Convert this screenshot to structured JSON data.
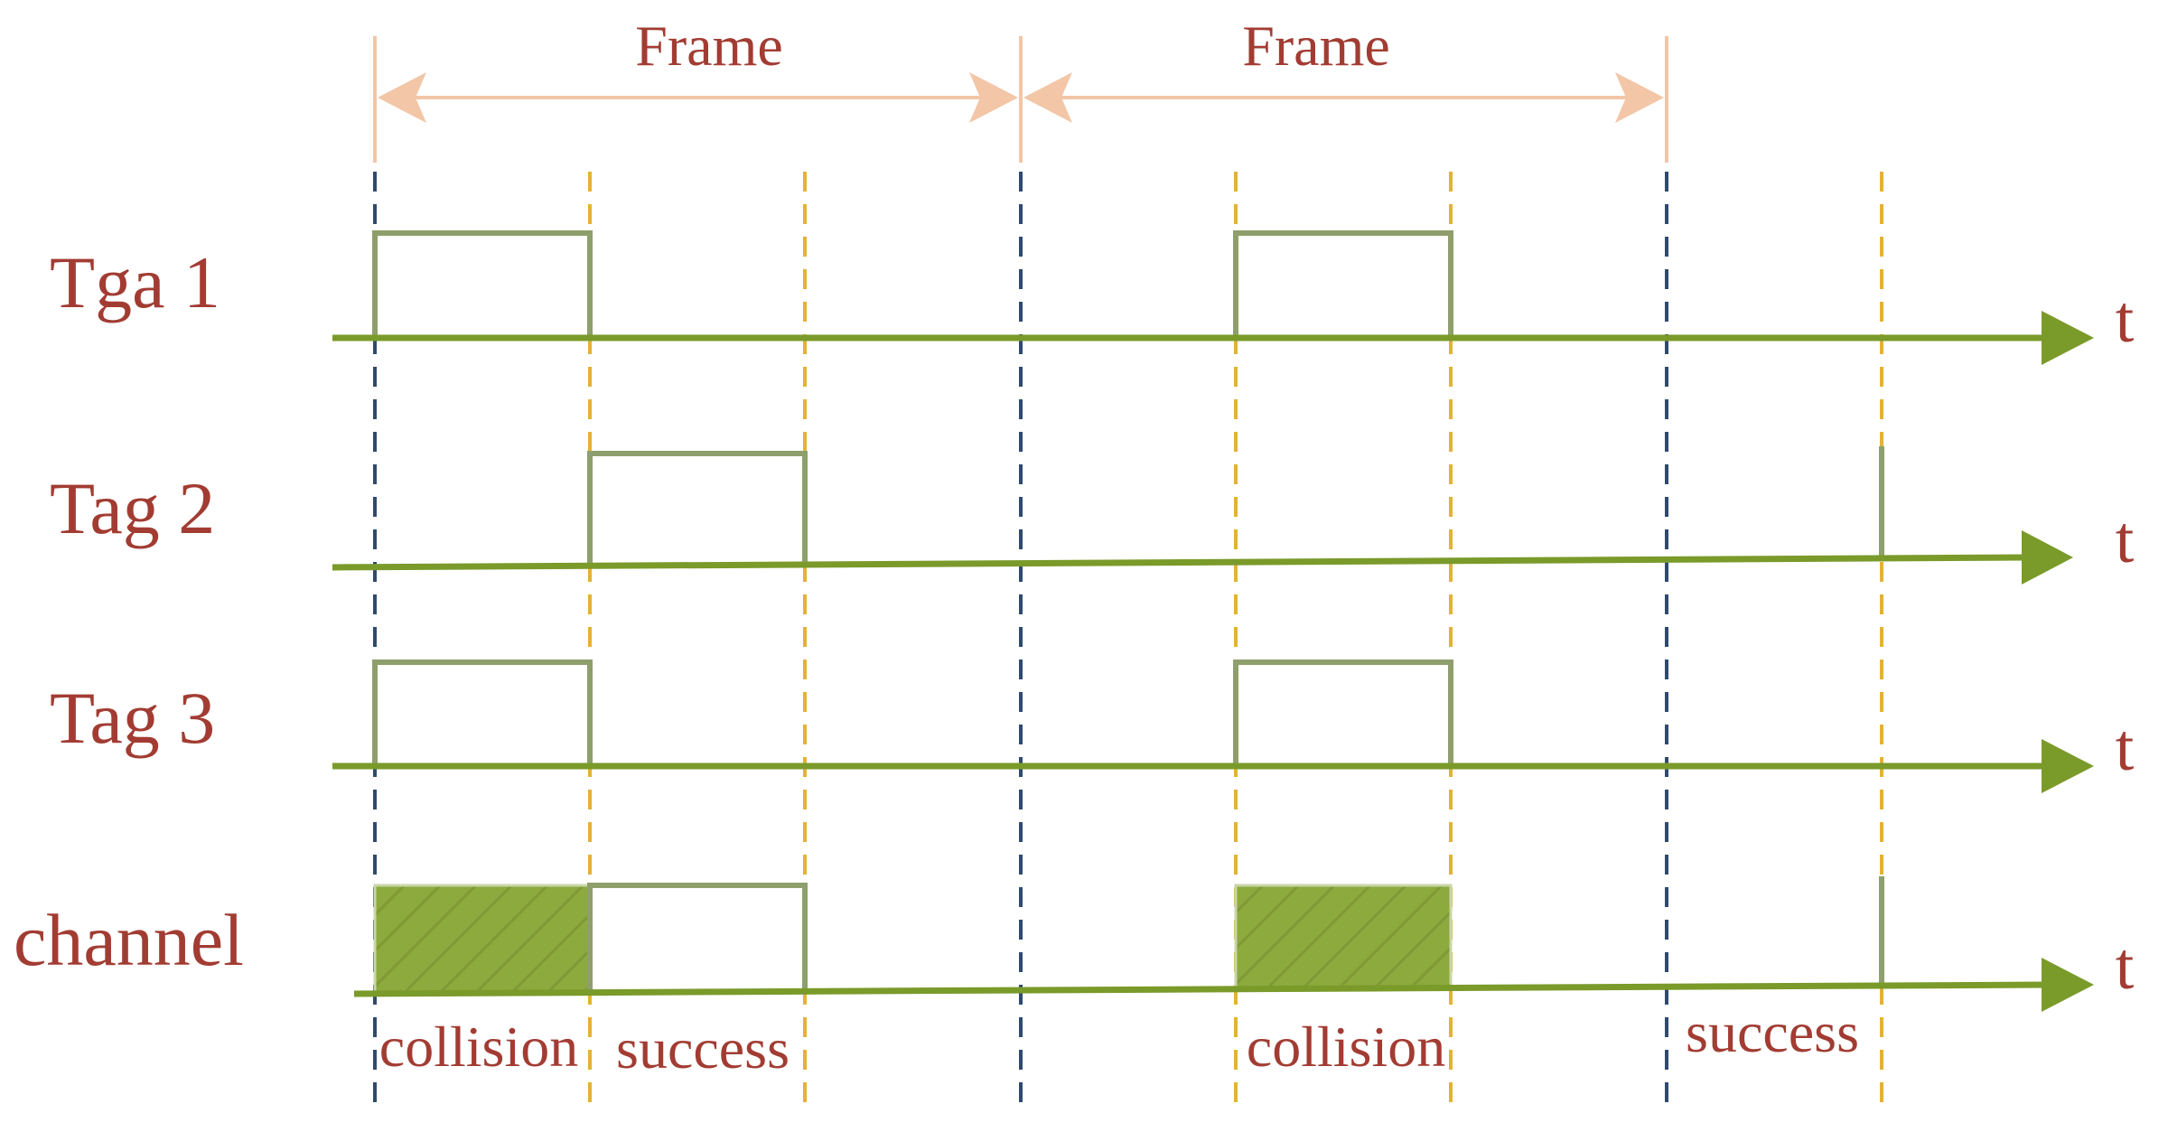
{
  "frames": [
    {
      "label": "Frame"
    },
    {
      "label": "Frame"
    }
  ],
  "rows": [
    {
      "label": "Tga 1",
      "axis_label": "t",
      "slots": [
        1,
        5
      ]
    },
    {
      "label": "Tag 2",
      "axis_label": "t",
      "slots": [
        2,
        8
      ]
    },
    {
      "label": "Tag 3",
      "axis_label": "t",
      "slots": [
        1,
        5
      ]
    },
    {
      "label": "channel",
      "axis_label": "t",
      "slots": [
        1,
        2,
        5,
        8
      ]
    }
  ],
  "channel_events": [
    {
      "slot": 1,
      "status": "collision",
      "label": "collision"
    },
    {
      "slot": 2,
      "status": "success",
      "label": "success"
    },
    {
      "slot": 5,
      "status": "collision",
      "label": "collision"
    },
    {
      "slot": 8,
      "status": "success",
      "label": "success"
    }
  ],
  "colors": {
    "text": "#a23c33",
    "frame_arrow": "#f2c6a6",
    "axis": "#7a9a2a",
    "frame_boundary": "#2e4a6e",
    "slot_boundary": "#e3b236",
    "pulse_outline": "#8e9f6c",
    "collision_fill": "#8daa3e"
  }
}
